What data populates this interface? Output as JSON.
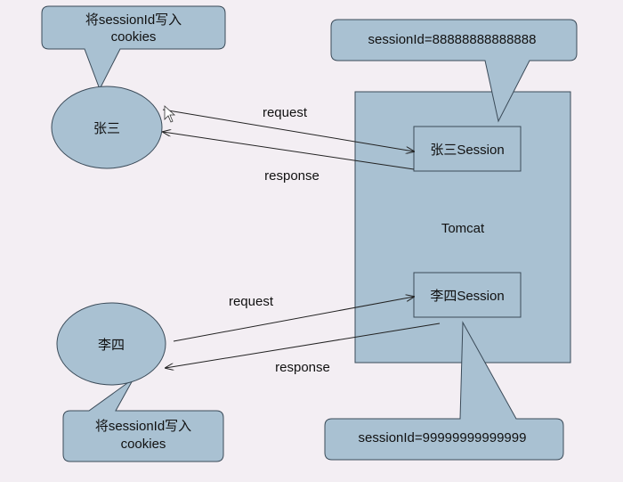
{
  "diagram": {
    "users": {
      "zhangsan": {
        "name": "张三"
      },
      "lisi": {
        "name": "李四"
      }
    },
    "callouts": {
      "zhangsan_cookie": {
        "line1": "将sessionId写入",
        "line2": "cookies"
      },
      "lisi_cookie": {
        "line1": "将sessionId写入",
        "line2": "cookies"
      },
      "zhangsan_session_id": {
        "text": "sessionId=88888888888888"
      },
      "lisi_session_id": {
        "text": "sessionId=99999999999999"
      }
    },
    "server": {
      "name": "Tomcat",
      "sessions": {
        "zhangsan": {
          "label": "张三Session"
        },
        "lisi": {
          "label": "李四Session"
        }
      }
    },
    "edges": {
      "zhangsan_request": {
        "label": "request"
      },
      "zhangsan_response": {
        "label": "response"
      },
      "lisi_request": {
        "label": "request"
      },
      "lisi_response": {
        "label": "response"
      }
    }
  },
  "colors": {
    "background": "#f3eef3",
    "fill": "#a9c1d2",
    "stroke": "#3a4a58",
    "line": "#222222"
  }
}
